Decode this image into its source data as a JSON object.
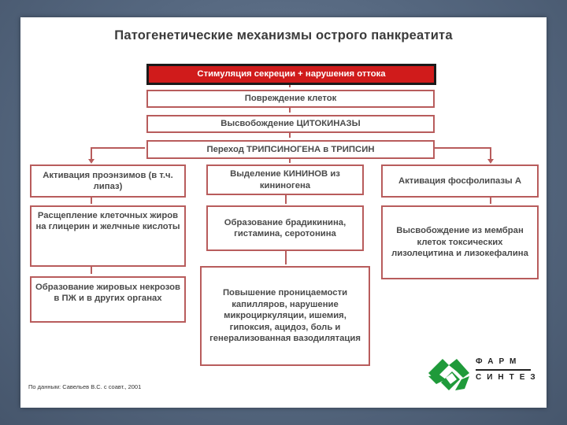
{
  "slide": {
    "title": "Патогенетические механизмы острого панкреатита",
    "source": "По данным: Савельев В.С. с соавт., 2001"
  },
  "chain": [
    "Стимуляция секреции + нарушения оттока",
    "Повреждение клеток",
    "Высвобождение ЦИТОКИНАЗЫ",
    "Переход ТРИПСИНОГЕНА в ТРИПСИН"
  ],
  "branches": {
    "left": [
      "Активация проэнзимов (в т.ч. липаз)",
      "Расщепление клеточных жиров на глицерин и желчные кислоты",
      "Образование жировых некрозов в ПЖ и в других органах"
    ],
    "center": [
      "Выделение КИНИНОВ из кининогена",
      "Образование брадикинина, гистамина, серотонина",
      "Повышение проницаемости капилляров, нарушение микроциркуляции, ишемия, гипоксия, ацидоз, боль и генерализованная вазодилятация"
    ],
    "right": [
      "Активация фосфолипазы А",
      "Высвобождение из мембран клеток токсических лизолецитина и лизокефалина"
    ]
  },
  "logo": {
    "line1": "ФАРМ",
    "line2": "СИНТЕЗ",
    "icon": "pharmsintez-logo-icon"
  },
  "colors": {
    "head_fill": "#d01b1b",
    "box_border": "#b85c5c",
    "logo_green": "#1f9a3a"
  }
}
